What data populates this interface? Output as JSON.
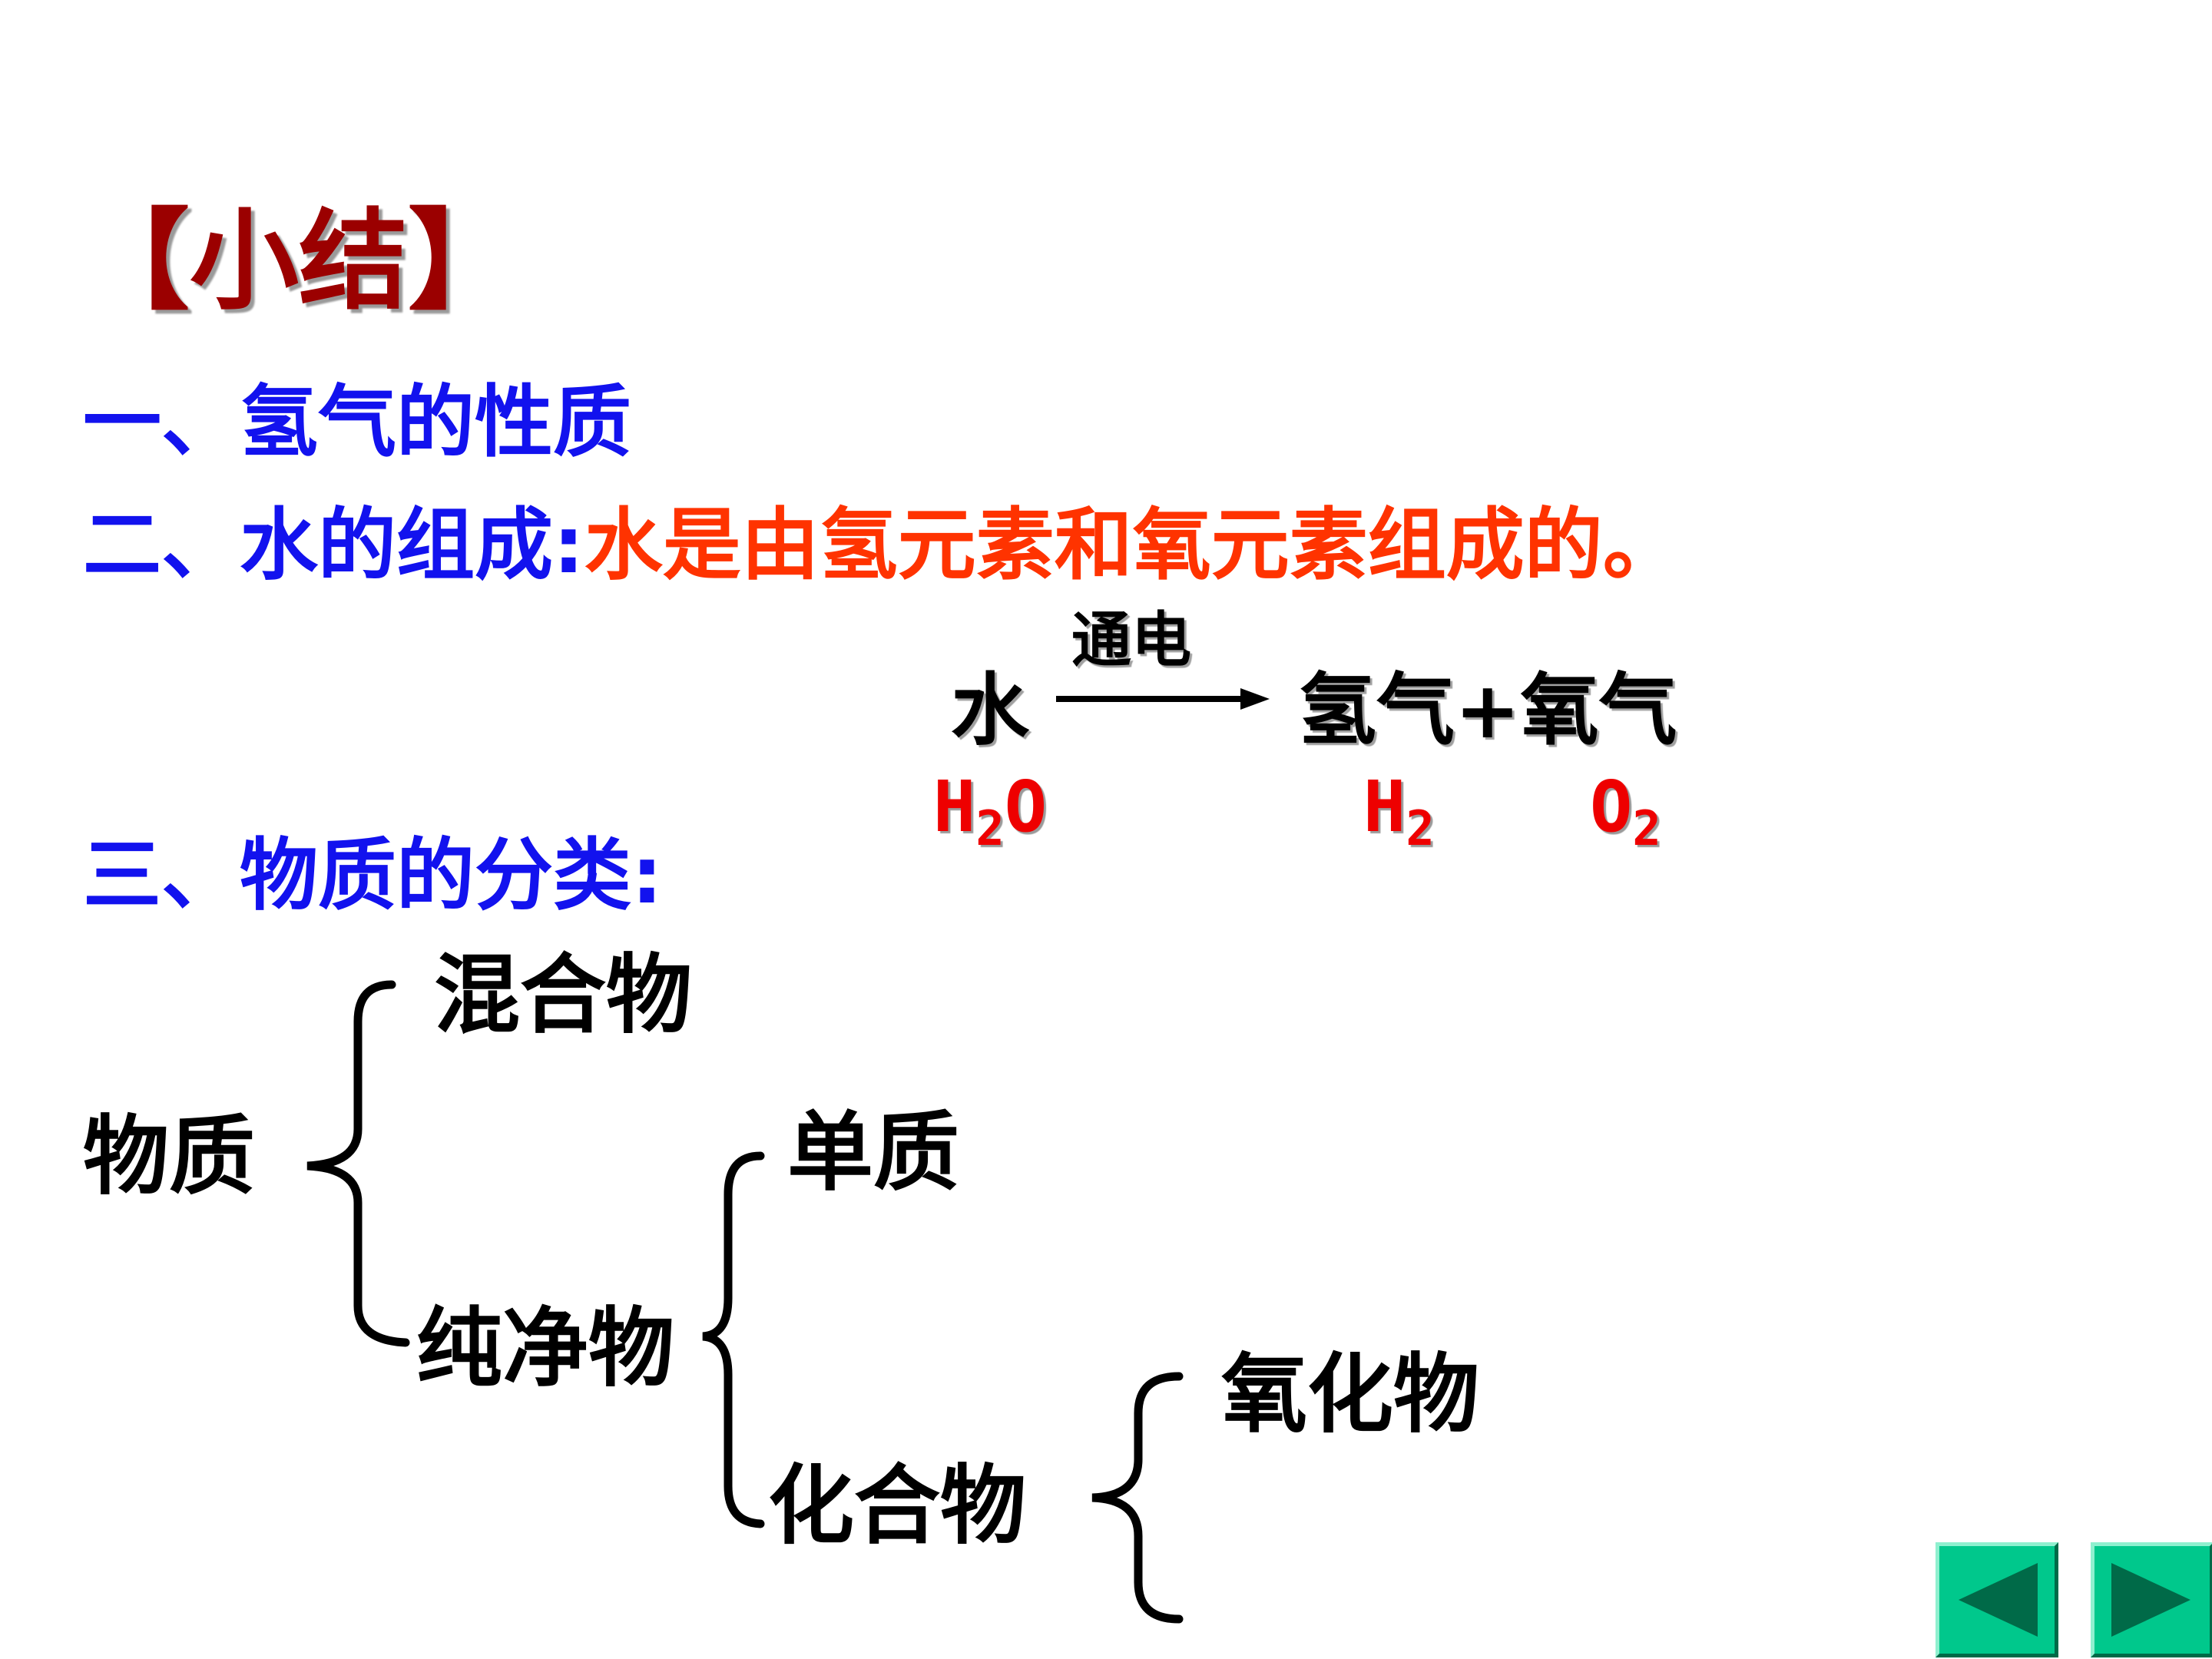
{
  "slide": {
    "title": "【小结】",
    "section1": "一、氢气的性质",
    "section2_label": "二、水的组成:",
    "section2_content": "水是由氢元素和氧元素组成的。",
    "reaction": {
      "condition": "通电",
      "reactant": "水",
      "products": "氢气+氧气",
      "reactant_formula": {
        "base": "H",
        "sub": "2",
        "tail": "O"
      },
      "product1_formula": {
        "base": "H",
        "sub": "2"
      },
      "product2_formula": {
        "base": "O",
        "sub": "2"
      }
    },
    "section3": "三、物质的分类:",
    "classification": {
      "root": "物质",
      "mixture": "混合物",
      "pure": "纯净物",
      "element": "单质",
      "compound": "化合物",
      "oxide": "氧化物"
    }
  },
  "nav": {
    "prev_icon": "triangle-left-icon",
    "next_icon": "triangle-right-icon"
  },
  "colors": {
    "title": "#9b0000",
    "heading": "#1212ee",
    "highlight": "#ff3300",
    "formula": "#ee0000",
    "nav_button": "#00c88c",
    "nav_arrow": "#006a48"
  }
}
